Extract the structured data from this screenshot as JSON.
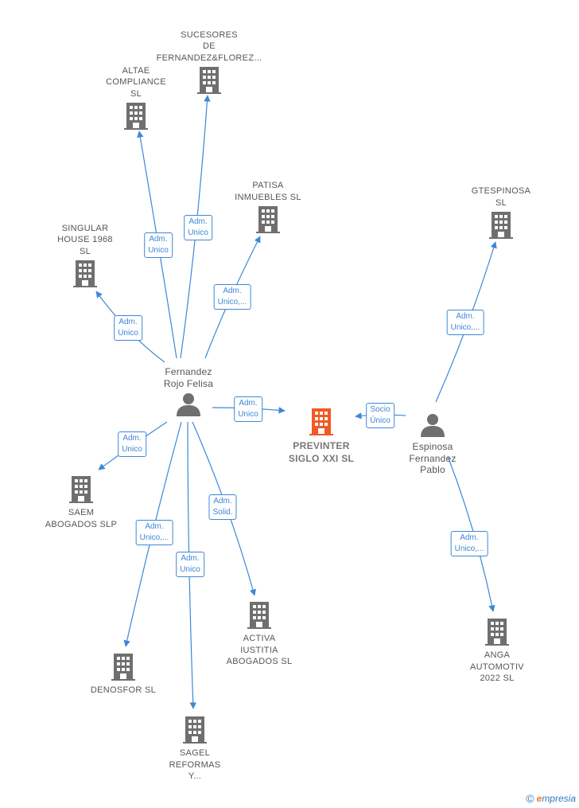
{
  "colors": {
    "edge": "#3e87d6",
    "building": "#6f6f6f",
    "focus_building": "#f15a24",
    "person": "#6f6f6f"
  },
  "nodes": [
    {
      "id": "sucesores",
      "type": "company",
      "label": "SUCESORES\nDE\nFERNANDEZ&FLOREZ..."
    },
    {
      "id": "altae",
      "type": "company",
      "label": "ALTAE\nCOMPLIANCE\nSL"
    },
    {
      "id": "patisa",
      "type": "company",
      "label": "PATISA\nINMUEBLES SL"
    },
    {
      "id": "singular",
      "type": "company",
      "label": "SINGULAR\nHOUSE 1968\nSL"
    },
    {
      "id": "gtespinosa",
      "type": "company",
      "label": "GTESPINOSA\nSL"
    },
    {
      "id": "fernandez",
      "type": "person",
      "label": "Fernandez\nRojo Felisa"
    },
    {
      "id": "previnter",
      "type": "focus",
      "label": "PREVINTER\nSIGLO XXI SL"
    },
    {
      "id": "espinosa",
      "type": "person",
      "label": "Espinosa\nFernandez\nPablo"
    },
    {
      "id": "saem",
      "type": "company",
      "label": "SAEM\nABOGADOS SLP"
    },
    {
      "id": "activa",
      "type": "company",
      "label": "ACTIVA\nIUSTITIA\nABOGADOS SL"
    },
    {
      "id": "denosfor",
      "type": "company",
      "label": "DENOSFOR SL"
    },
    {
      "id": "anga",
      "type": "company",
      "label": "ANGA\nAUTOMOTIV\n2022 SL"
    },
    {
      "id": "sagel",
      "type": "company",
      "label": "SAGEL\nREFORMAS\nY..."
    }
  ],
  "edges": [
    {
      "from": "fernandez",
      "to": "sucesores",
      "label": [
        "Adm.",
        "Unico"
      ]
    },
    {
      "from": "fernandez",
      "to": "altae",
      "label": [
        "Adm.",
        "Unico"
      ]
    },
    {
      "from": "fernandez",
      "to": "patisa",
      "label": [
        "Adm.",
        "Unico,..."
      ]
    },
    {
      "from": "fernandez",
      "to": "singular",
      "label": [
        "Adm.",
        "Unico"
      ]
    },
    {
      "from": "fernandez",
      "to": "previnter",
      "label": [
        "Adm.",
        "Unico"
      ]
    },
    {
      "from": "fernandez",
      "to": "saem",
      "label": [
        "Adm.",
        "Unico"
      ]
    },
    {
      "from": "fernandez",
      "to": "activa",
      "label": [
        "Adm.",
        "Solid."
      ]
    },
    {
      "from": "fernandez",
      "to": "denosfor",
      "label": [
        "Adm.",
        "Unico,..."
      ]
    },
    {
      "from": "fernandez",
      "to": "sagel",
      "label": [
        "Adm.",
        "Unico"
      ]
    },
    {
      "from": "espinosa",
      "to": "previnter",
      "label": [
        "Socio",
        "Único"
      ]
    },
    {
      "from": "espinosa",
      "to": "gtespinosa",
      "label": [
        "Adm.",
        "Unico,..."
      ]
    },
    {
      "from": "espinosa",
      "to": "anga",
      "label": [
        "Adm.",
        "Unico,..."
      ]
    }
  ],
  "footer": {
    "copyright": "©",
    "brand_e": "e",
    "brand_rest": "mpresia"
  }
}
